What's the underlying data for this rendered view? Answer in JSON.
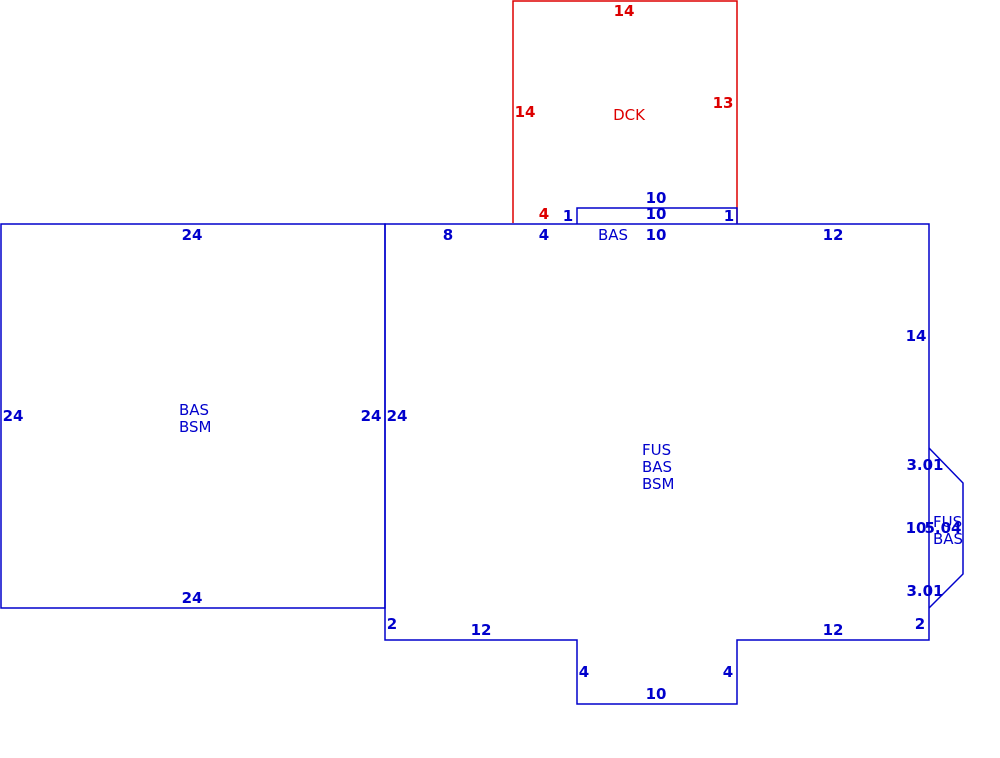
{
  "colors": {
    "living": "#0000cc",
    "deck": "#dd0000",
    "background": "#ffffff"
  },
  "areas": {
    "deck": {
      "codes": [
        "DCK"
      ],
      "dims": {
        "top": "14",
        "left": "14",
        "right": "13",
        "bottom_left": "4"
      }
    },
    "bump": {
      "codes": [
        "BAS"
      ],
      "dims": {
        "top_outer": "10",
        "top_inner": "10",
        "left": "1",
        "right": "1",
        "bottom": "10"
      }
    },
    "left_block": {
      "codes": [
        "BAS",
        "BSM"
      ],
      "dims": {
        "top": "24",
        "bottom": "24",
        "left": "24",
        "right": "24"
      }
    },
    "main_block": {
      "codes": [
        "FUS",
        "BAS",
        "BSM"
      ],
      "dims": {
        "top_a": "8",
        "top_b": "4",
        "top_c": "12",
        "left": "24",
        "right_upper": "14",
        "left_step": "2",
        "right_step": "2",
        "bottom_left": "12",
        "bottom_right": "12",
        "notch_left": "4",
        "notch_right": "4",
        "notch_bottom": "10"
      }
    },
    "bay": {
      "codes": [
        "FUS",
        "BAS"
      ],
      "dims": {
        "upper": "3.01",
        "lower": "3.01",
        "middle": "10",
        "width": "5.04"
      }
    }
  }
}
